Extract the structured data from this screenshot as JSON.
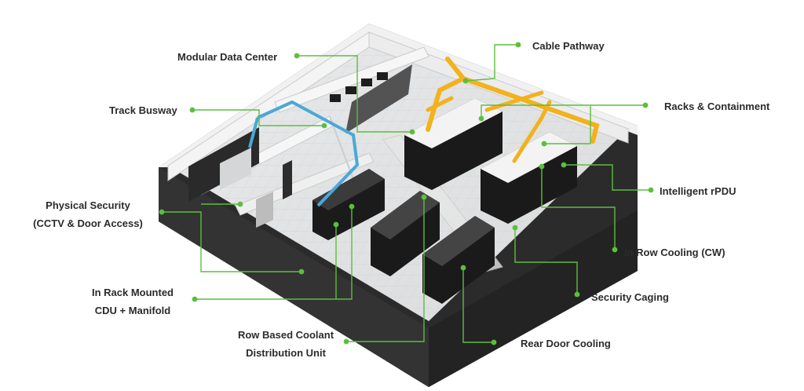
{
  "diagram": {
    "accent_color": "#5bbf3c",
    "busway_color": "#4aa8d8",
    "pathway_color": "#f2b21e",
    "labels": {
      "cable_pathway": "Cable Pathway",
      "modular_data_center": "Modular Data Center",
      "track_busway": "Track Busway",
      "racks_containment": "Racks & Containment",
      "intelligent_rpdu": "Intelligent rPDU",
      "physical_security_line1": "Physical Security",
      "physical_security_line2": "(CCTV & Door Access)",
      "in_row_cooling": "In Row Cooling (CW)",
      "in_rack_cdu_line1": "In Rack Mounted",
      "in_rack_cdu_line2": "CDU + Manifold",
      "security_caging": "Security Caging",
      "row_cdu_line1": "Row Based Coolant",
      "row_cdu_line2": "Distribution Unit",
      "rear_door_cooling": "Rear Door Cooling"
    }
  }
}
